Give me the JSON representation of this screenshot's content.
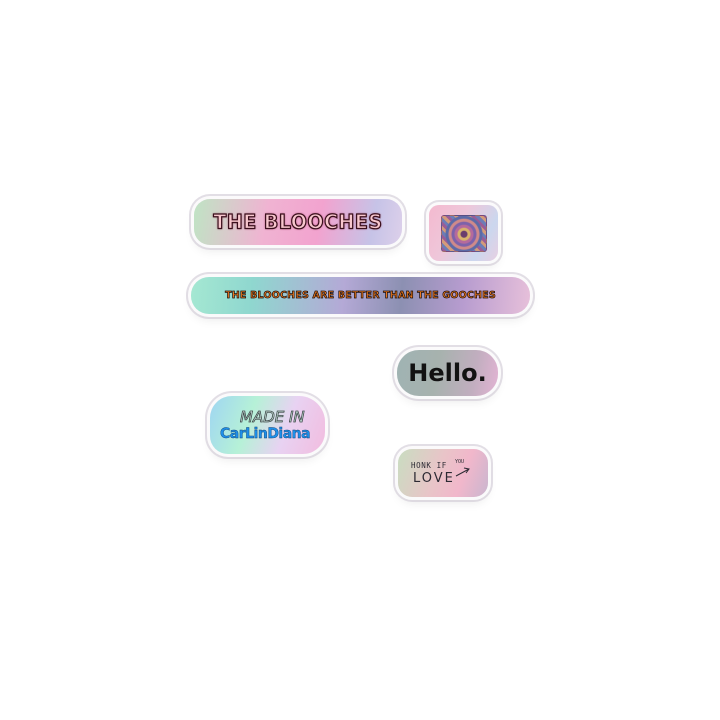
{
  "stickers": {
    "blooches_title": "THE BLOOCHES",
    "banner": "THE BLOOCHES ARE BETTER THAN THE GOOCHES",
    "hello": "Hello.",
    "made_in_line1": "MADE IN",
    "made_in_line2": "CarLinDiana",
    "honk_line": "HONK IF",
    "honk_you": "YOU",
    "honk_love": "LOVE"
  },
  "icons": {
    "image_tile": "abstract-art-icon",
    "doodle_arrow": "hand-drawn-arrow-icon"
  },
  "colors": {
    "background": "#ffffff",
    "banner_text": "#e9781f",
    "hello_text": "#121212",
    "made_in_blue": "#1f8fe8"
  }
}
